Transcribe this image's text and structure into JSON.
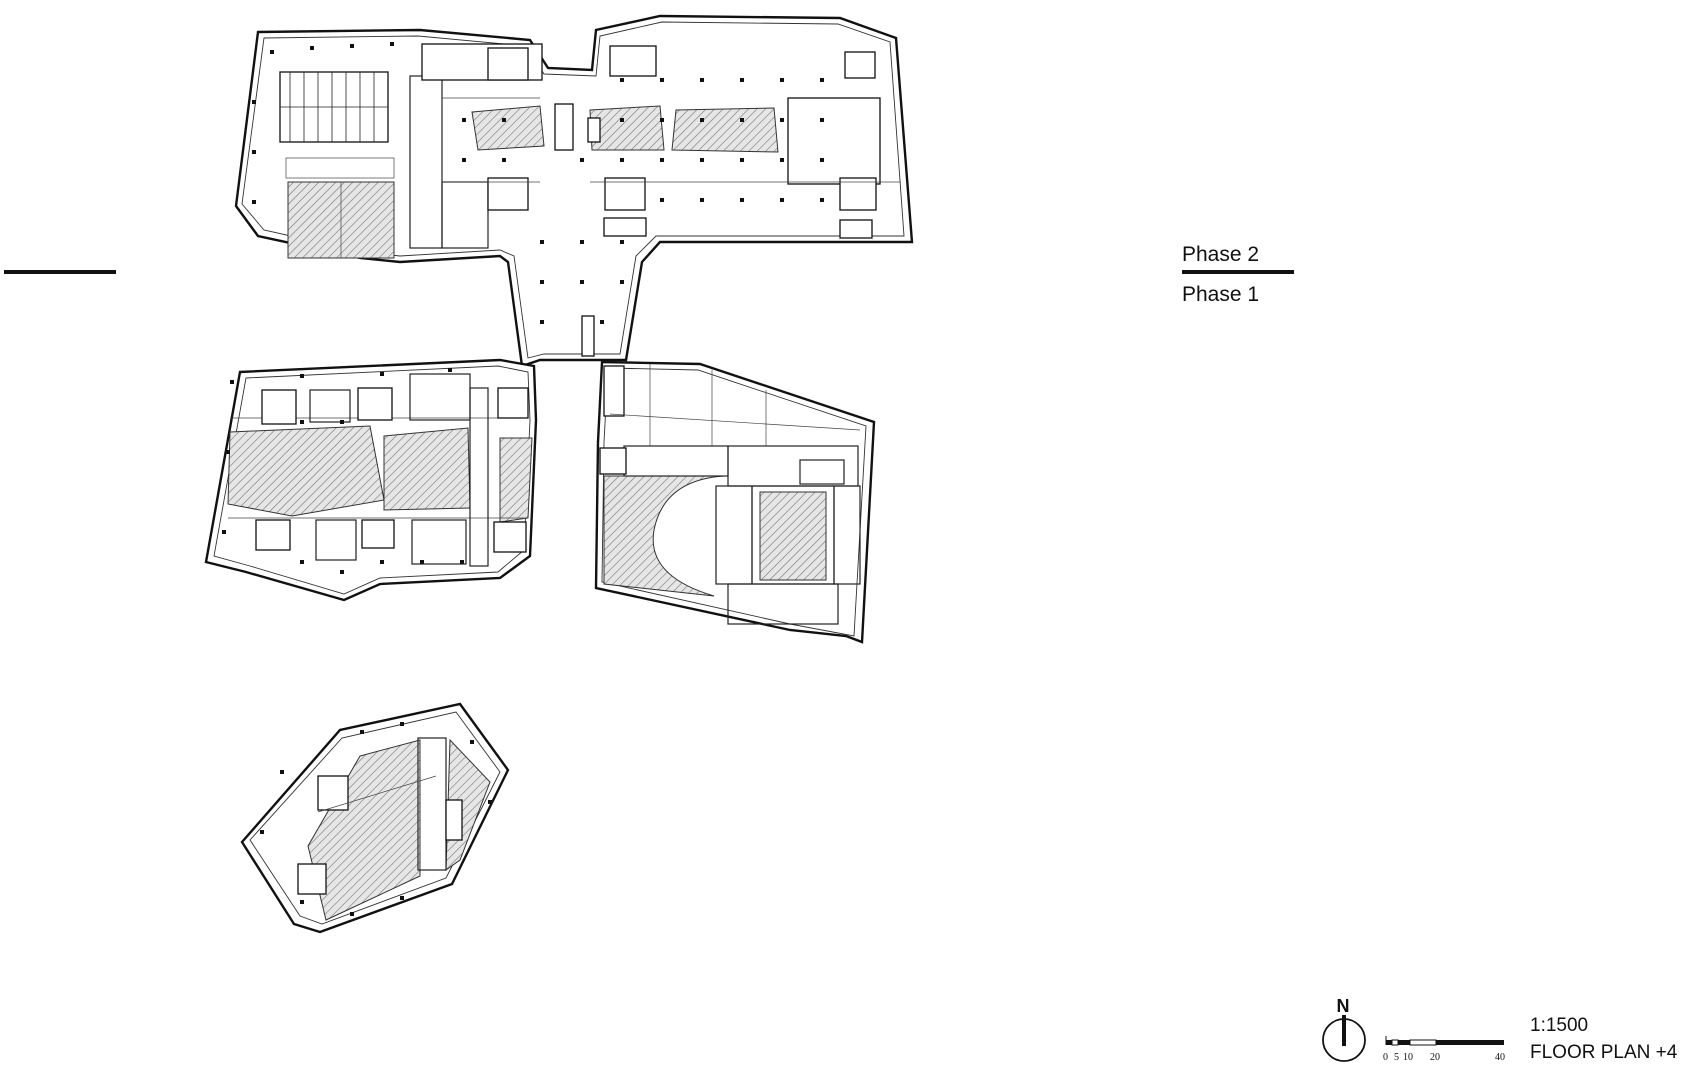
{
  "legend": {
    "phase2_label": "Phase 2",
    "phase1_label": "Phase 1"
  },
  "north": {
    "letter": "N"
  },
  "scale_bar": {
    "ticks": [
      "0",
      "5",
      "10",
      "20",
      "40"
    ]
  },
  "title": {
    "scale": "1:1500",
    "name": "FLOOR PLAN +4"
  },
  "colors": {
    "ink": "#111111",
    "hatch_fill": "#cfcfcf",
    "background": "#ffffff"
  }
}
